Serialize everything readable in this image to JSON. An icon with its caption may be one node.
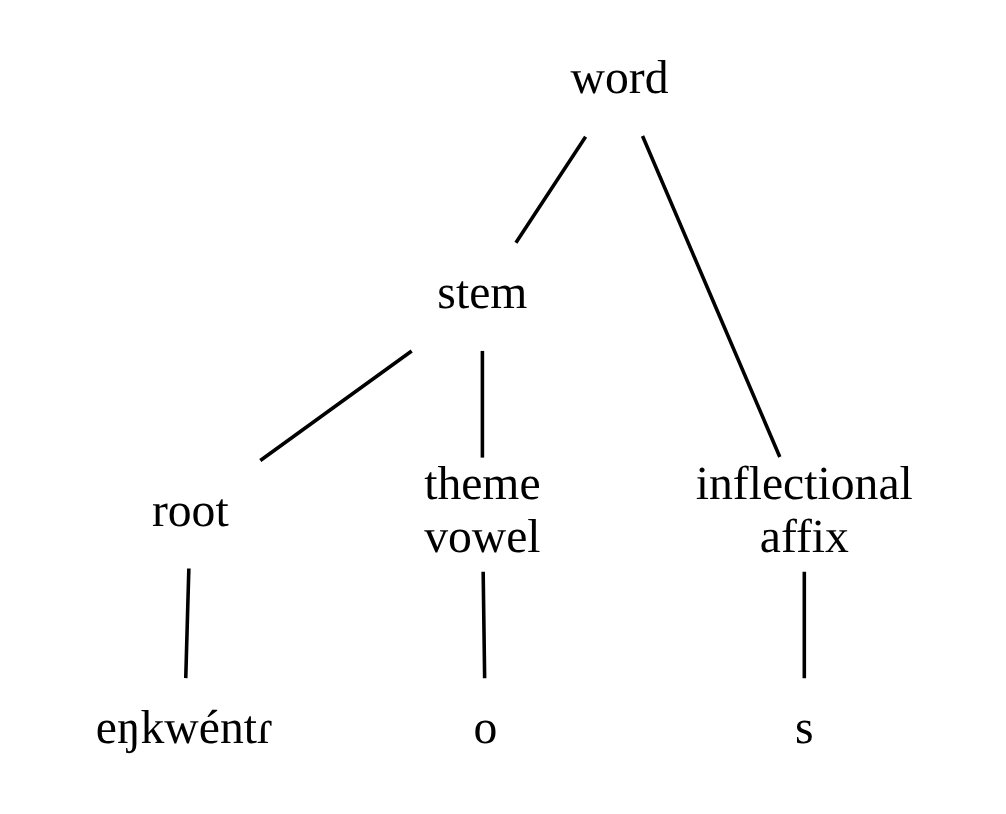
{
  "diagram": {
    "nodes": [
      {
        "text": [
          "word"
        ]
      },
      {
        "text": [
          "stem"
        ]
      },
      {
        "text": [
          "root"
        ]
      },
      {
        "text": [
          "theme vowel"
        ]
      },
      {
        "text": [
          "inflectional affix"
        ]
      },
      {
        "text": [
          "eŋkwéntɾ"
        ]
      },
      {
        "text": [
          "o"
        ]
      },
      {
        "text": [
          "s"
        ]
      }
    ],
    "edges": [
      {
        "from": 0,
        "to": 1,
        "arrow": "none"
      },
      {
        "from": 0,
        "to": 4,
        "arrow": "none"
      },
      {
        "from": 1,
        "to": 2,
        "arrow": "none"
      },
      {
        "from": 1,
        "to": 3,
        "arrow": "none"
      },
      {
        "from": 2,
        "to": 5,
        "arrow": "none"
      },
      {
        "from": 3,
        "to": 6,
        "arrow": "none"
      },
      {
        "from": 4,
        "to": 7,
        "arrow": "none"
      }
    ]
  }
}
